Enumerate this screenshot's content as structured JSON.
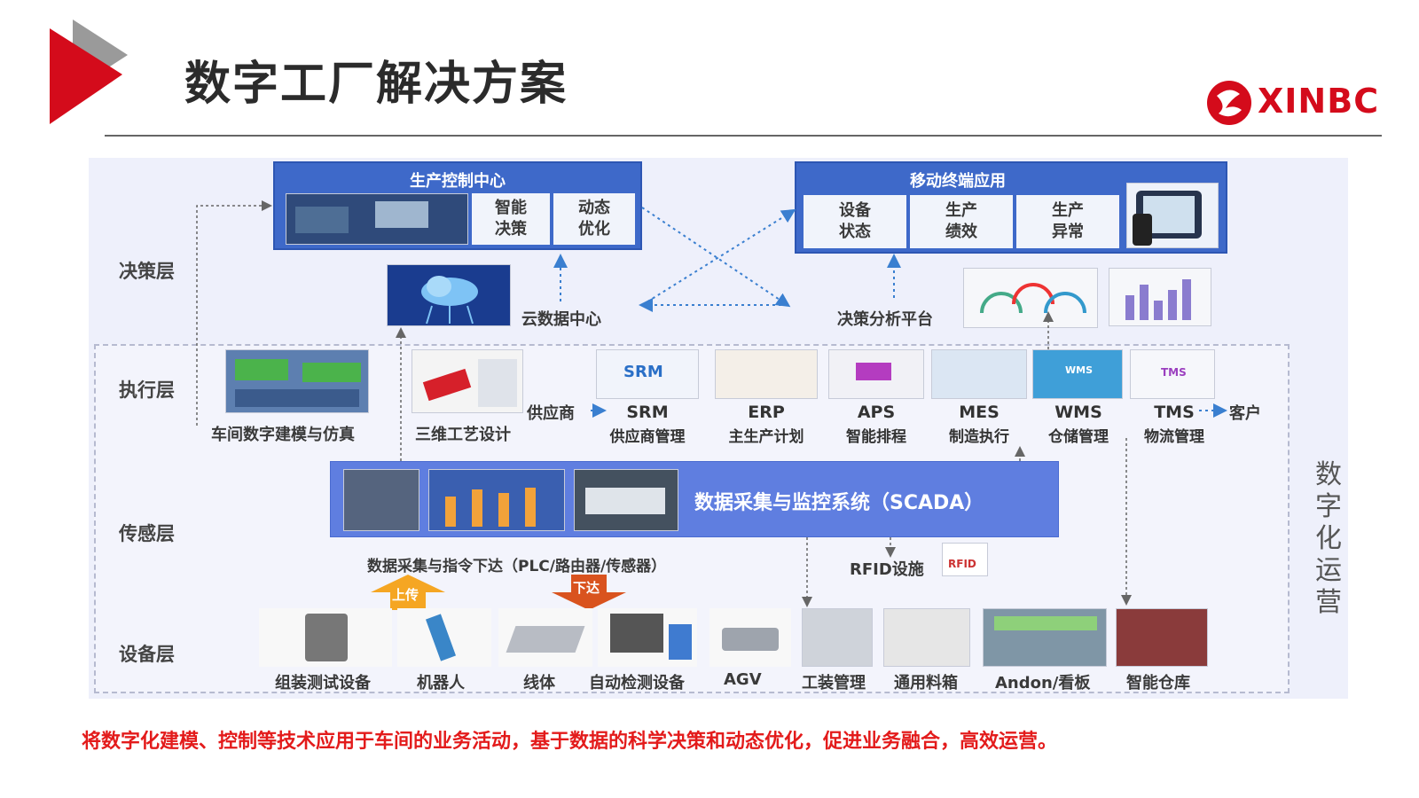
{
  "header": {
    "title": "数字工厂解决方案",
    "logo_text": "XINBC",
    "accent": "#d40b1b"
  },
  "layers": {
    "decision": "决策层",
    "execution": "执行层",
    "sensing": "传感层",
    "device": "设备层"
  },
  "decision": {
    "control_center": {
      "title": "生产控制中心",
      "cells": [
        "智能\n决策",
        "动态\n优化"
      ]
    },
    "mobile": {
      "title": "移动终端应用",
      "cells": [
        "设备\n状态",
        "生产\n绩效",
        "生产\n异常"
      ]
    },
    "cloud_label": "云数据中心",
    "analysis_label": "决策分析平台"
  },
  "execution": {
    "modeling": "车间数字建模与仿真",
    "design": "三维工艺设计",
    "supplier": "供应商",
    "customer": "客户",
    "srm_badge": "SRM",
    "wms_badge": "WMS",
    "tms_badge": "TMS",
    "modules": [
      {
        "name": "SRM",
        "sub": "供应商管理"
      },
      {
        "name": "ERP",
        "sub": "主生产计划"
      },
      {
        "name": "APS",
        "sub": "智能排程"
      },
      {
        "name": "MES",
        "sub": "制造执行"
      },
      {
        "name": "WMS",
        "sub": "仓储管理"
      },
      {
        "name": "TMS",
        "sub": "物流管理"
      }
    ]
  },
  "sensing": {
    "scada": "数据采集与监控系统（SCADA）",
    "acquisition": "数据采集与指令下达（PLC/路由器/传感器）",
    "rfid": "RFID设施",
    "rfid_tag": "RFID",
    "upload": "上传",
    "download": "下达"
  },
  "devices": [
    "组装测试设备",
    "机器人",
    "线体",
    "自动检测设备",
    "AGV",
    "工装管理",
    "通用料箱",
    "Andon/看板",
    "智能仓库"
  ],
  "side_label": "数字化运营",
  "footer": "将数字化建模、控制等技术应用于车间的业务活动，基于数据的科学决策和动态优化，促进业务融合，高效运营。"
}
